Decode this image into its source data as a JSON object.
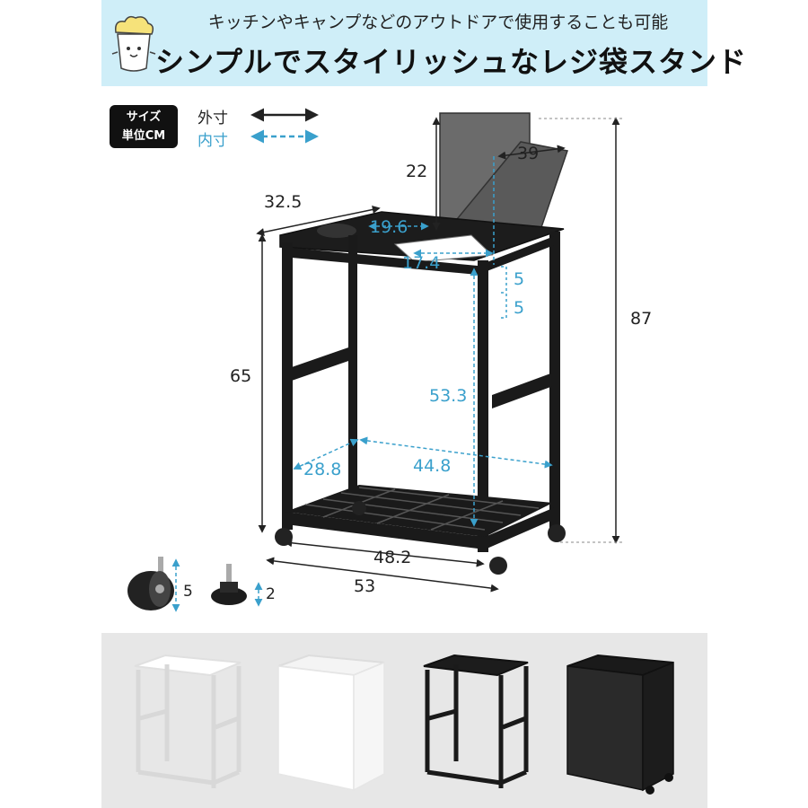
{
  "banner": {
    "subtitle": "キッチンやキャンプなどのアウトドアで使用することも可能",
    "title": "シンプルでスタイリッシュなレジ袋スタンド"
  },
  "badge": {
    "line1": "サイズ",
    "line2": "単位CM"
  },
  "legend": {
    "outer_label": "外寸",
    "inner_label": "内寸",
    "outer_color": "#222222",
    "inner_color": "#3aa0cc"
  },
  "dimensions": {
    "lid_height": "22",
    "lid_depth": "39",
    "top_depth": "32.5",
    "inner_top_width": "19.6",
    "inner_opening": "17.4",
    "step_upper": "5",
    "step_lower": "5",
    "total_height": "87",
    "frame_height": "65",
    "inner_height": "53.3",
    "inner_depth": "28.8",
    "inner_width": "44.8",
    "frame_width": "48.2",
    "outer_width": "53",
    "caster_height": "5",
    "foot_height": "2"
  },
  "variants": [
    "white-frame",
    "white-cover",
    "black-frame",
    "black-cover"
  ]
}
